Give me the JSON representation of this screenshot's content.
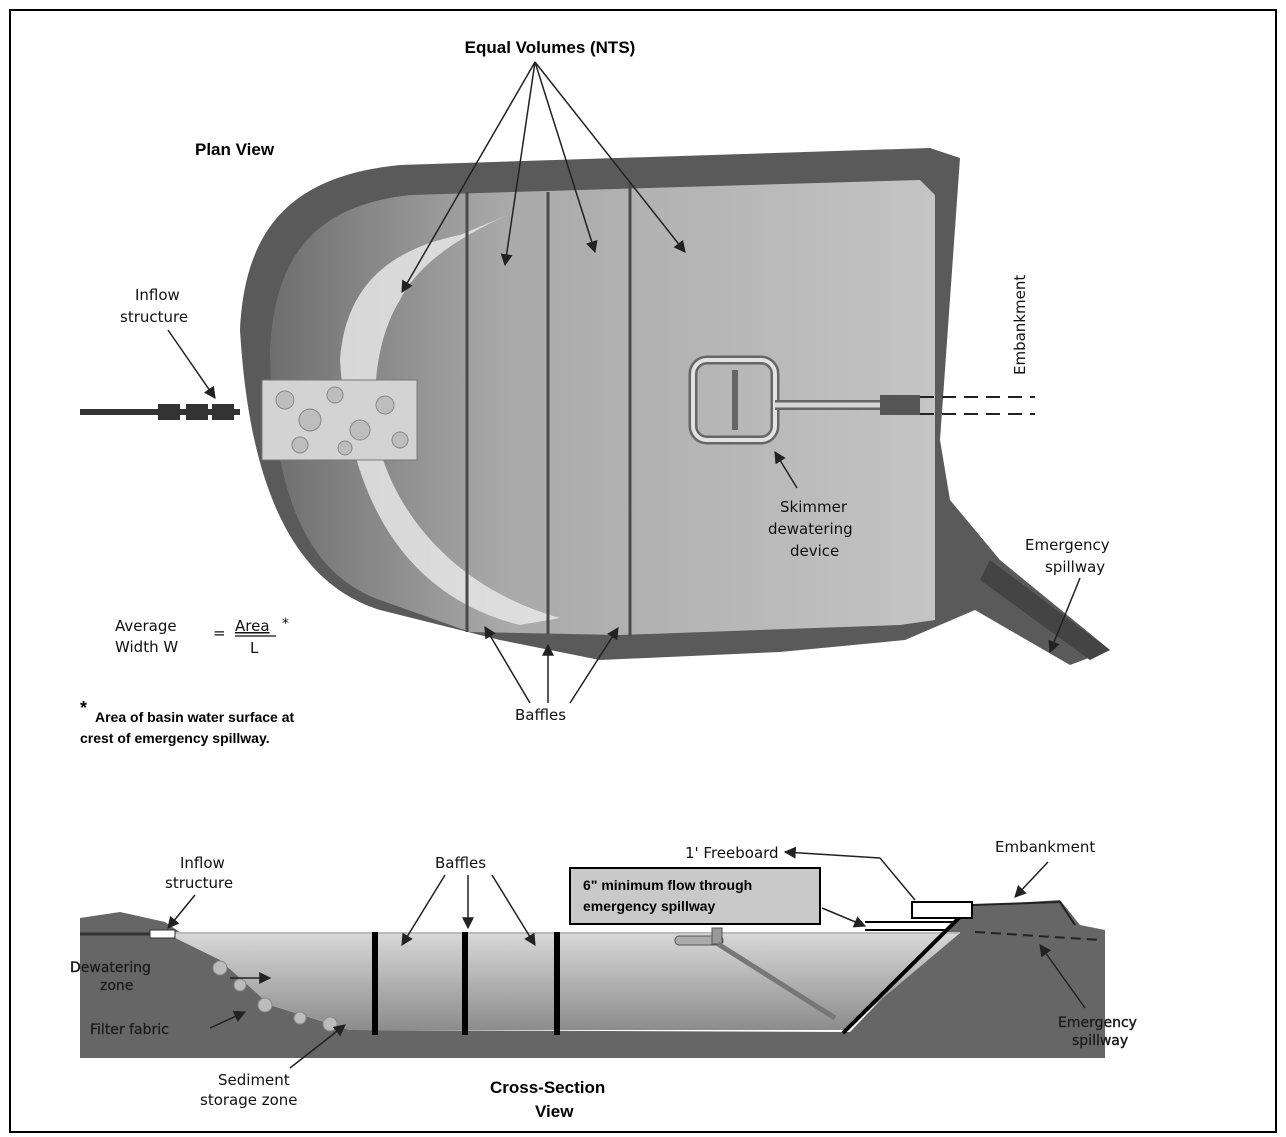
{
  "plan_view": {
    "title": "Plan View",
    "equal_volumes": "Equal Volumes (NTS)",
    "inflow_structure_line1": "Inflow",
    "inflow_structure_line2": "structure",
    "embankment": "Embankment",
    "skimmer_line1": "Skimmer",
    "skimmer_line2": "dewatering",
    "skimmer_line3": "device",
    "emergency_spillway_line1": "Emergency",
    "emergency_spillway_line2": "spillway",
    "avg_width_line1": "Average",
    "avg_width_line2": "Width W",
    "equals": "=",
    "area": "Area",
    "star": "*",
    "length": "L",
    "baffles": "Baffles",
    "footnote_star": "*",
    "footnote_line1": "Area of basin water surface at",
    "footnote_line2": "crest of emergency spillway."
  },
  "cross_section": {
    "title_line1": "Cross-Section",
    "title_line2": "View",
    "inflow_structure_line1": "Inflow",
    "inflow_structure_line2": "structure",
    "baffles": "Baffles",
    "freeboard": "1' Freeboard",
    "min_flow_line1": "6\" minimum flow through",
    "min_flow_line2": "emergency spillway",
    "embankment": "Embankment",
    "dewatering_line1": "Dewatering",
    "dewatering_line2": "zone",
    "filter_fabric": "Filter fabric",
    "sediment_line1": "Sediment",
    "sediment_line2": "storage zone",
    "emergency_spillway_line1": "Emergency",
    "emergency_spillway_line2": "spillway"
  },
  "colors": {
    "embankment_dark": "#555555",
    "water_light": "#b8b8b8",
    "baffle": "#4a4a4a",
    "frame": "#000000"
  }
}
